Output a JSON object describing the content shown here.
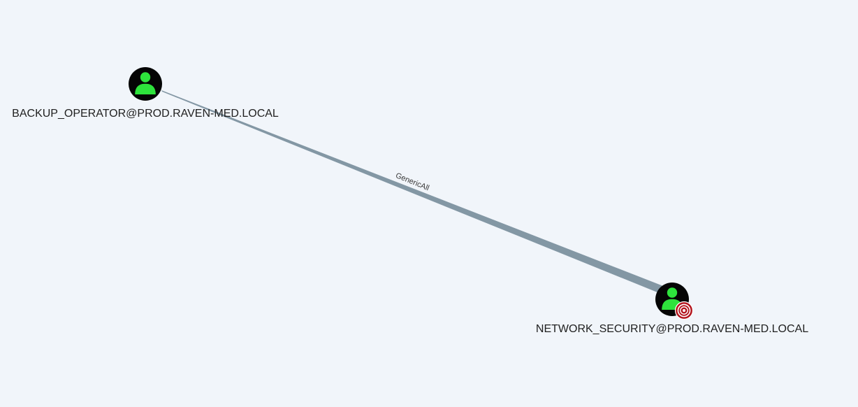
{
  "graph": {
    "nodes": [
      {
        "label": "BACKUP_OPERATOR@PROD.RAVEN-MED.LOCAL",
        "type": "user",
        "icon": "user-icon",
        "is_target": false,
        "icon_color": "#2ee33c"
      },
      {
        "label": "NETWORK_SECURITY@PROD.RAVEN-MED.LOCAL",
        "type": "user",
        "icon": "user-icon",
        "is_target": true,
        "target_icon": "target-icon",
        "icon_color": "#2ee33c",
        "target_color": "#b3141d"
      }
    ],
    "edges": [
      {
        "label": "GenericAll",
        "color": "#7a8e9c"
      }
    ]
  }
}
